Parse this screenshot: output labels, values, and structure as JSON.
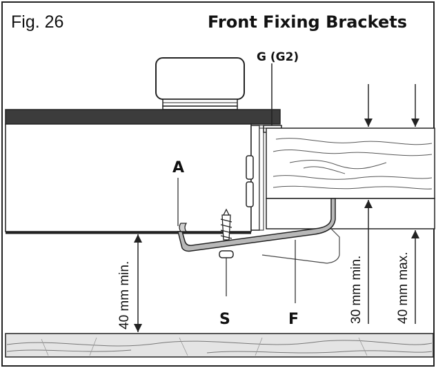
{
  "figure_label": "Fig. 26",
  "title": "Front Fixing Brackets",
  "labels": {
    "g": "G (G2)",
    "a": "A",
    "s": "S",
    "f": "F"
  },
  "dimensions": {
    "min40": "40 mm min.",
    "min30": "30 mm min.",
    "max40": "40 mm max."
  },
  "colors": {
    "worktop": "#3c3c3c",
    "line": "#222222",
    "bracket_fill": "#b8b8b8",
    "floor_fill": "#e4e4e4"
  }
}
